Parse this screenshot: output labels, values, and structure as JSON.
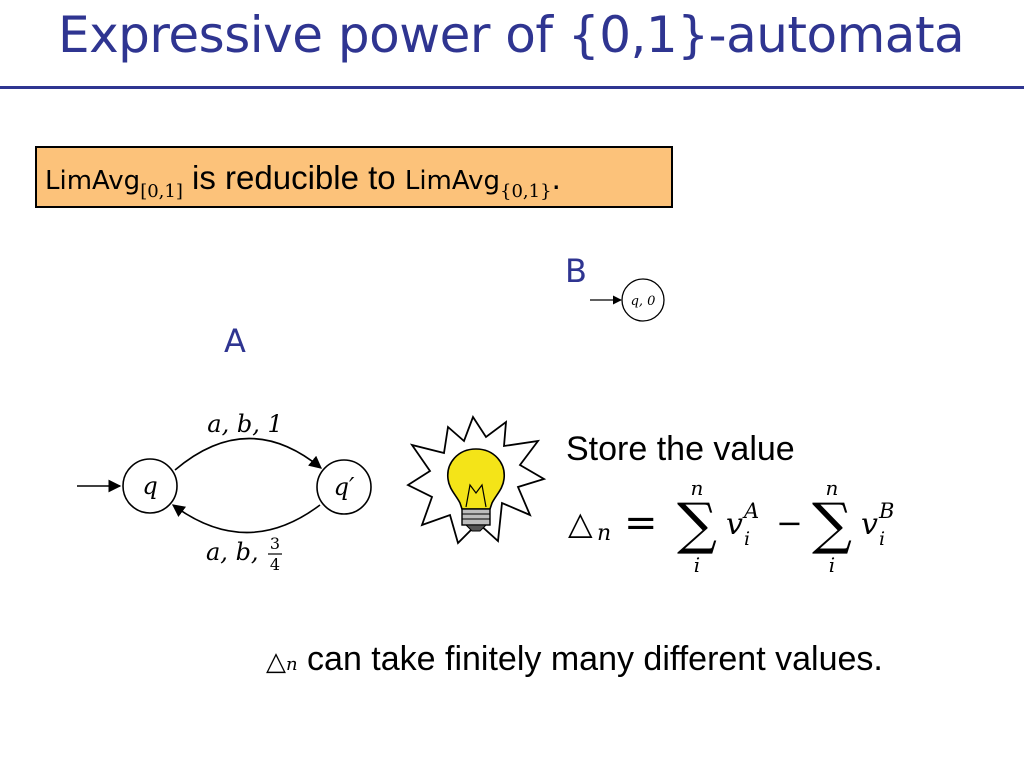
{
  "slide": {
    "title": "Expressive power of {0,1}-automata"
  },
  "statement": {
    "left_op": "LimAvg",
    "left_sub": "[0,1]",
    "middle": " is reducible to ",
    "right_op": "LimAvg",
    "right_sub": "{0,1}",
    "end": "."
  },
  "automaton_a": {
    "label": "A",
    "state_1": "q",
    "state_2": "q′",
    "top_edge_label": "a, b, 1",
    "bottom_edge_prefix": "a, b, ",
    "bottom_edge_num": "3",
    "bottom_edge_den": "4"
  },
  "automaton_b": {
    "label": "B",
    "state": "q, 0"
  },
  "formula": {
    "store_text": "Store the value",
    "delta": "△",
    "n": "n",
    "equals": "=",
    "sum_top": "n",
    "sum_bottom": "i",
    "v": "v",
    "i": "i",
    "sup_a": "A",
    "minus": "−",
    "sup_b": "B"
  },
  "conclusion": {
    "delta": "△",
    "n": "n",
    "text": " can take finitely many different values."
  },
  "icons": {
    "idea": "lightbulb-icon"
  },
  "colors": {
    "title": "#2f3591",
    "highlight_box": "#fcc27a",
    "bulb": "#f4e418"
  }
}
